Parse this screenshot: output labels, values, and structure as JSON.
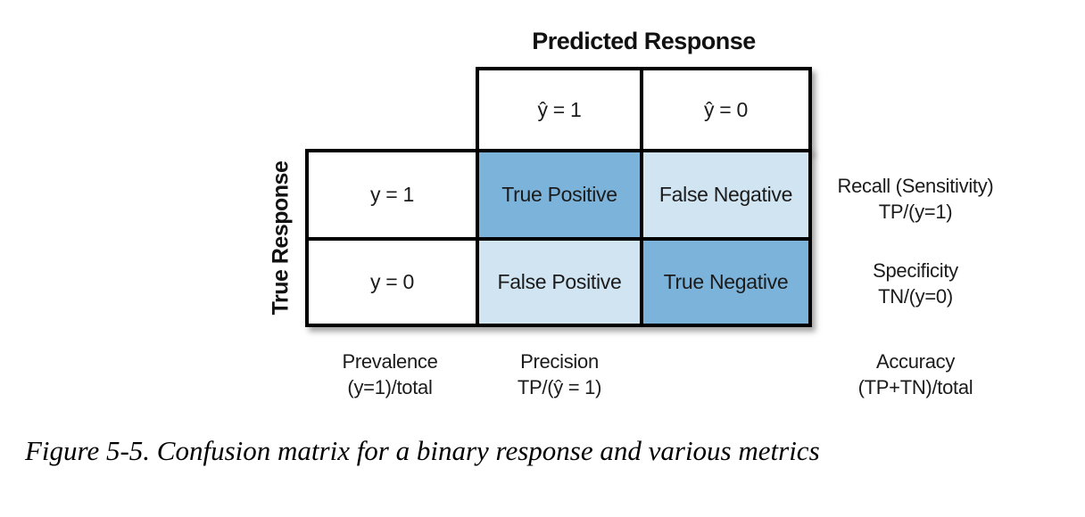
{
  "matrix": {
    "predicted_axis_label": "Predicted Response",
    "true_axis_label": "True Response",
    "col_headers": [
      "ŷ = 1",
      "ŷ = 0"
    ],
    "row_headers": [
      "y = 1",
      "y = 0"
    ],
    "cells": [
      [
        "True Positive",
        "False Negative"
      ],
      [
        "False Positive",
        "True Negative"
      ]
    ],
    "row_metrics": [
      {
        "name": "Recall (Sensitivity)",
        "formula": "TP/(y=1)"
      },
      {
        "name": "Specificity",
        "formula": "TN/(y=0)"
      }
    ],
    "col_metrics": [
      {
        "name": "Prevalence",
        "formula": "(y=1)/total"
      },
      {
        "name": "Precision",
        "formula": "TP/(ŷ = 1)"
      },
      {
        "name": "Accuracy",
        "formula": "(TP+TN)/total"
      }
    ],
    "colors": {
      "match_cell": "#7cb3da",
      "mismatch_cell": "#d0e4f2",
      "grid_line": "#000000"
    }
  },
  "caption": "Figure 5-5. Confusion matrix for a binary response and various metrics"
}
